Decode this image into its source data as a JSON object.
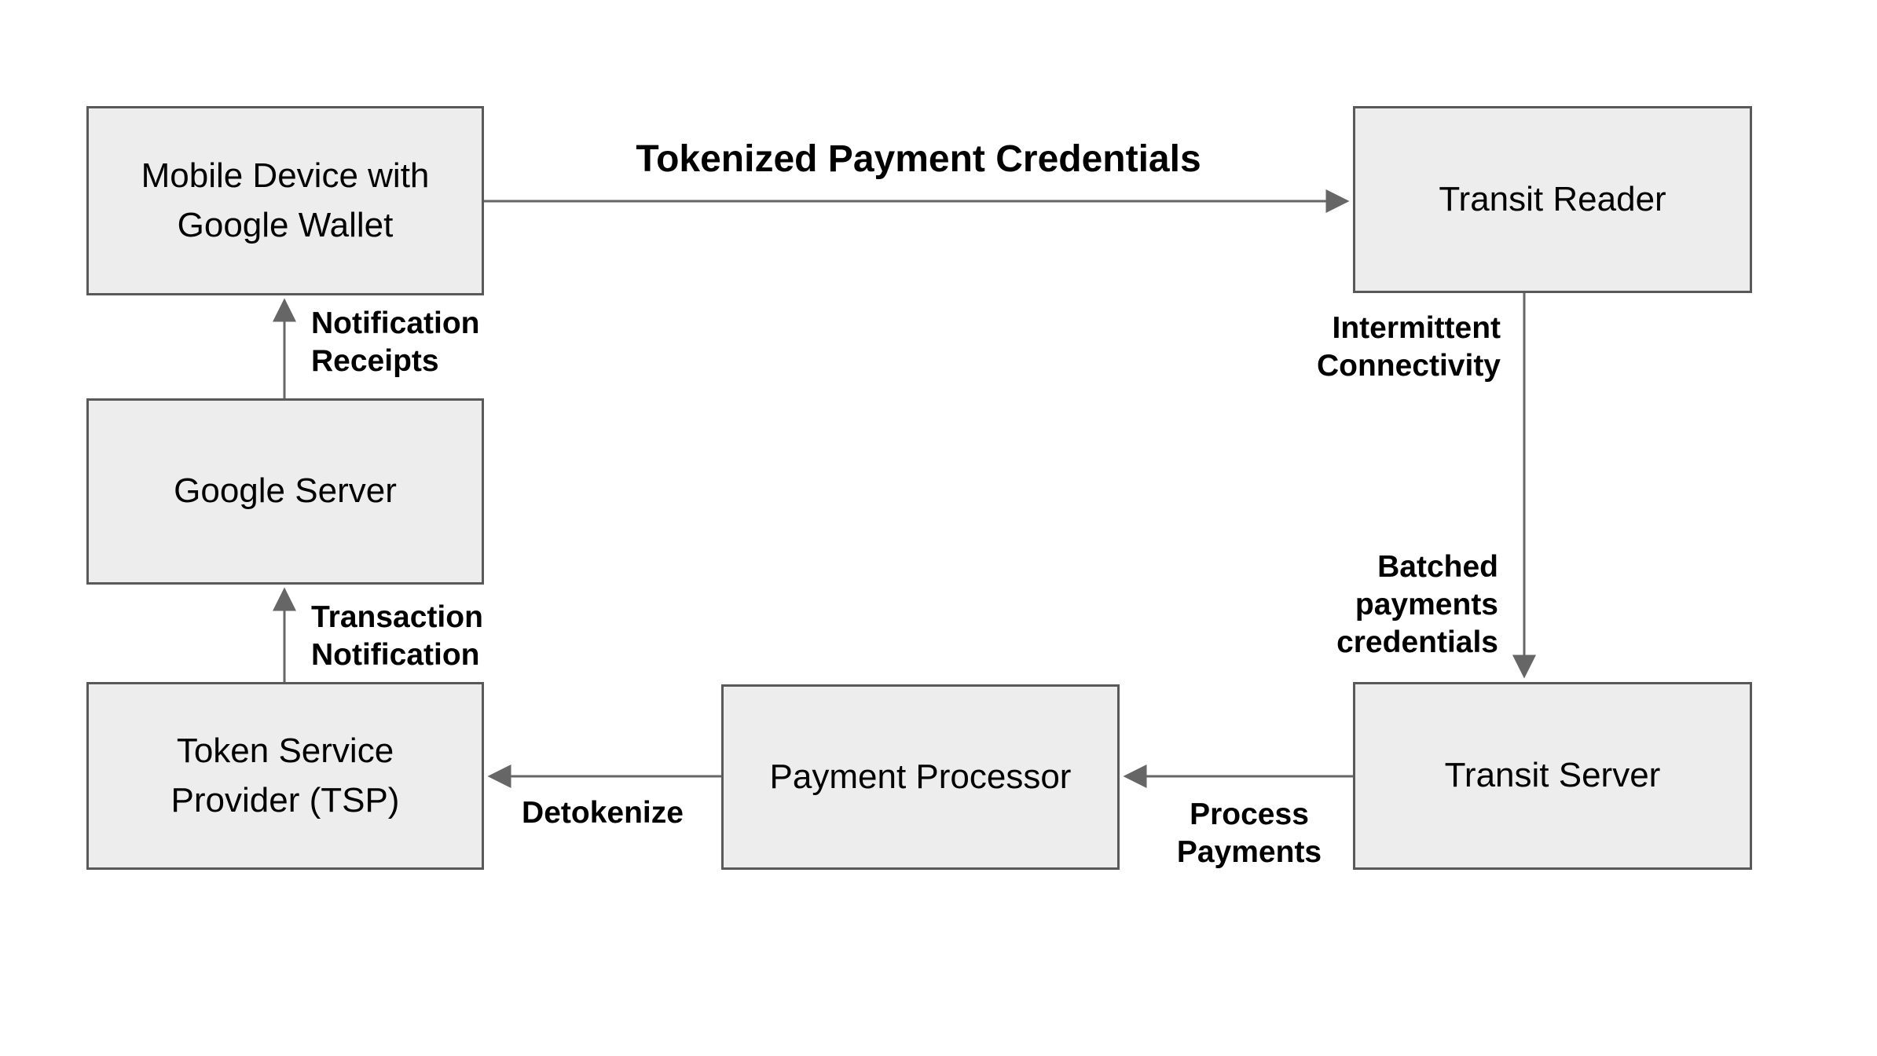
{
  "diagram": {
    "nodes": {
      "mobile_device": {
        "label": "Mobile Device with Google Wallet"
      },
      "transit_reader": {
        "label": "Transit Reader"
      },
      "google_server": {
        "label": "Google Server"
      },
      "tsp": {
        "label": "Token Service Provider (TSP)"
      },
      "payment_processor": {
        "label": "Payment Processor"
      },
      "transit_server": {
        "label": "Transit Server"
      }
    },
    "edges": {
      "tokenized_payment_credentials": {
        "label": "Tokenized Payment Credentials",
        "from": "mobile_device",
        "to": "transit_reader"
      },
      "intermittent_connectivity": {
        "label": "Intermittent Connectivity",
        "from": "transit_reader",
        "to": "transit_server"
      },
      "batched_payments_credentials": {
        "label": "Batched payments credentials",
        "from": "transit_reader",
        "to": "transit_server"
      },
      "notification_receipts": {
        "label": "Notification Receipts",
        "from": "google_server",
        "to": "mobile_device"
      },
      "transaction_notification": {
        "label": "Transaction Notification",
        "from": "tsp",
        "to": "google_server"
      },
      "detokenize": {
        "label": "Detokenize",
        "from": "payment_processor",
        "to": "tsp"
      },
      "process_payments": {
        "label": "Process Payments",
        "from": "transit_server",
        "to": "payment_processor"
      }
    },
    "colors": {
      "node_fill": "#ededed",
      "node_border": "#595959",
      "arrow": "#666666",
      "text": "#000000",
      "background": "#ffffff"
    }
  }
}
